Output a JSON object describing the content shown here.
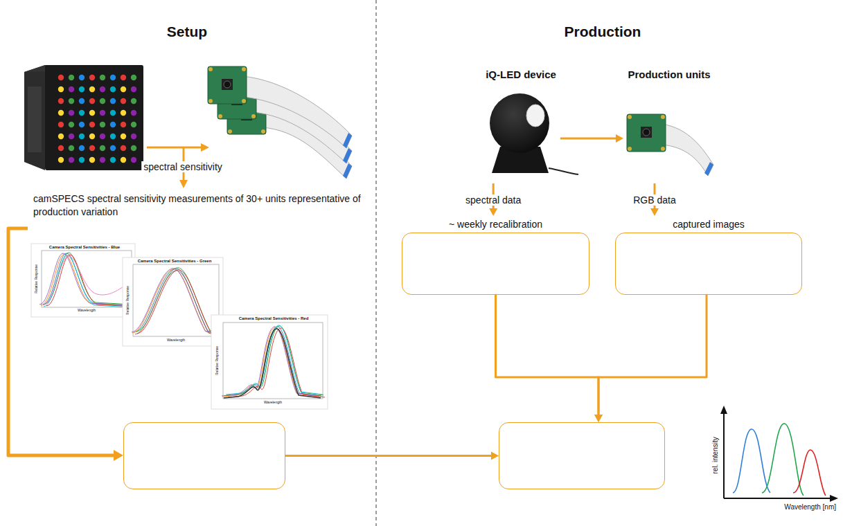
{
  "diagram": {
    "nodes": [
      {
        "text": [
          "iQ-LED device"
        ]
      },
      {
        "text": [
          "Production units"
        ]
      },
      {
        "text": [
          "~ weekly recalibration"
        ]
      },
      {
        "text": [
          "captured images"
        ]
      },
      {
        "text": []
      },
      {
        "text": []
      }
    ],
    "edges": [
      {
        "from": 0,
        "to": 1,
        "arrow": "to"
      },
      {
        "from": 0,
        "to": 2,
        "label": "spectral data",
        "arrow": "to"
      },
      {
        "from": 1,
        "to": 3,
        "label": "RGB data",
        "arrow": "to"
      },
      {
        "from": 2,
        "to": 5,
        "arrow": "to"
      },
      {
        "from": 3,
        "to": 5,
        "arrow": "to"
      },
      {
        "from": 4,
        "to": 5,
        "arrow": "to"
      }
    ],
    "labels": [
      "Setup",
      "Production",
      "spectral sensitivity",
      "camSPECS spectral sensitivity measurements of 30+ units representative of production variation",
      "Camera Spectral Sensitivities - Blue",
      "Wavelength",
      "Relative Response",
      "Camera Spectral Sensitivities - Green",
      "Wavelength",
      "Relative Response",
      "Camera Spectral Sensitivities - Red",
      "Wavelength",
      "Relative Response",
      "rel. intensity",
      "Wavelength [nm]"
    ]
  }
}
